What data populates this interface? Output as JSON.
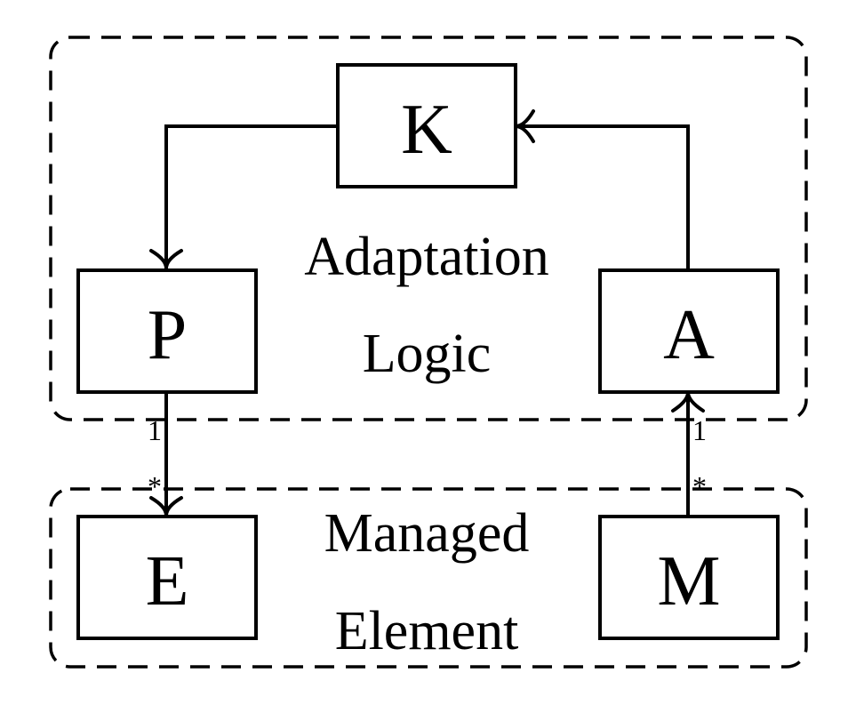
{
  "groups": {
    "adaptation_logic": {
      "line1": "Adaptation",
      "line2": "Logic"
    },
    "managed_element": {
      "line1": "Managed",
      "line2": "Element"
    }
  },
  "boxes": {
    "k": "K",
    "p": "P",
    "a": "A",
    "e": "E",
    "m": "M"
  },
  "multiplicities": {
    "p_to_e": {
      "source": "1",
      "target": "*"
    },
    "m_to_a": {
      "source": "*",
      "target": "1"
    }
  },
  "colors": {
    "stroke": "#000000",
    "background": "#ffffff"
  }
}
